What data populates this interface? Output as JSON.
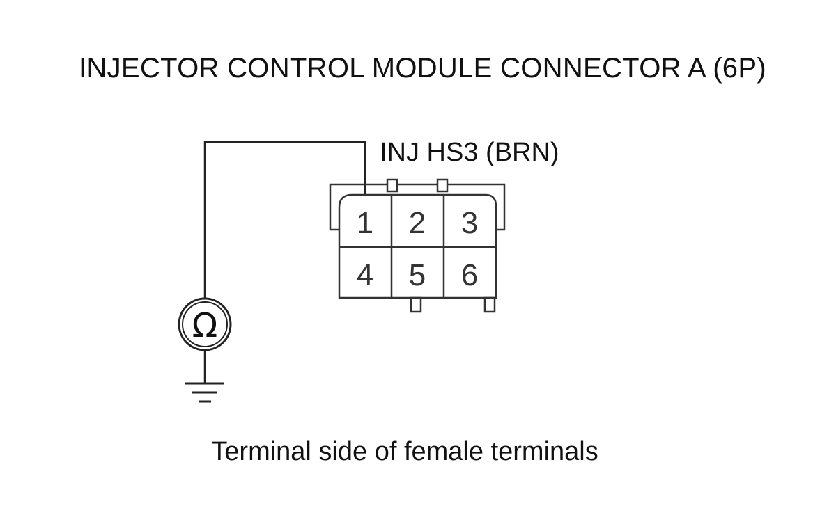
{
  "title": "INJECTOR CONTROL MODULE CONNECTOR A (6P)",
  "pin_label": "INJ HS3 (BRN)",
  "caption": "Terminal side of female terminals",
  "meter": {
    "symbol": "Ω",
    "icon": "ohmmeter-icon"
  },
  "ground_icon": "ground-symbol-icon",
  "connector": {
    "terminals": [
      "1",
      "2",
      "3",
      "4",
      "5",
      "6"
    ],
    "measured_terminal": "1"
  },
  "colors": {
    "line": "#222222",
    "text": "#111111"
  }
}
